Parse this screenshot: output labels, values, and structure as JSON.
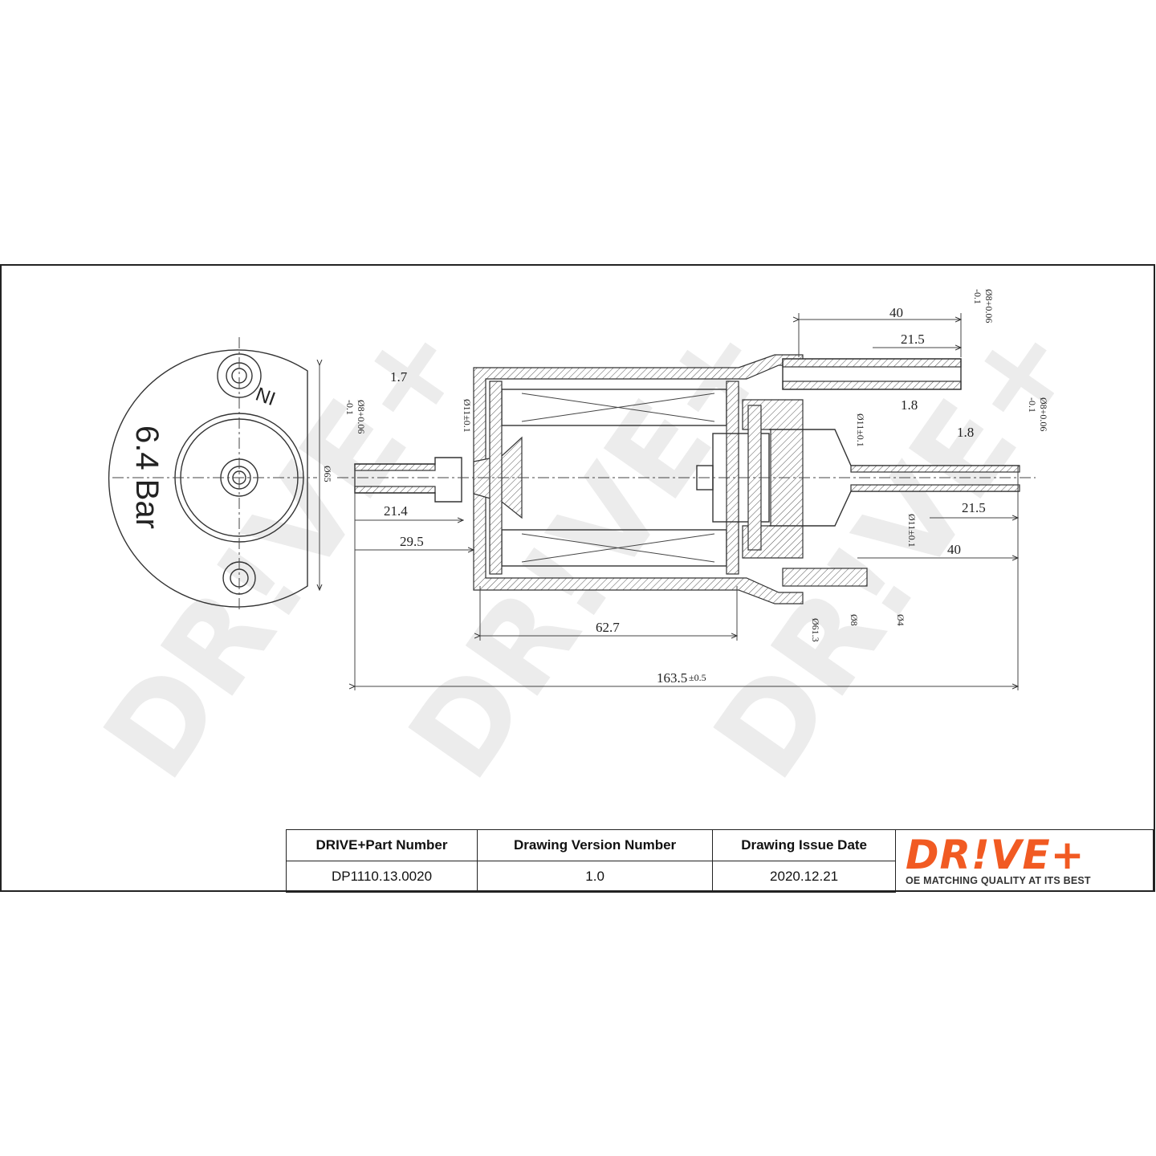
{
  "drawing": {
    "pressure_label": "6.4 Bar",
    "flow_label": "IN",
    "watermark": "DR!VE+",
    "dimensions": {
      "d40_top": "40",
      "d21_5_top": "21.5",
      "d1_8_top": "1.8",
      "d1_7": "1.7",
      "d1_8_right": "1.8",
      "d21_5_right": "21.5",
      "d40_right": "40",
      "d21_4": "21.4",
      "d29_5": "29.5",
      "d62_7": "62.7",
      "d163_5": "163.5",
      "d163_5_tol": "±0.5",
      "dia8_tol": "Ø8+0.06",
      "dia8_tol_minus": "-0.1",
      "dia11_left": "Ø11±0.1",
      "dia11_mid": "Ø11±0.1",
      "dia11_right": "Ø11±0.1",
      "dia65": "Ø65",
      "dia61_3": "Ø61.3",
      "dia8_bot": "Ø8",
      "dia4": "Ø4"
    }
  },
  "title_block": {
    "headers": [
      "DRIVE+Part Number",
      "Drawing Version Number",
      "Drawing Issue Date"
    ],
    "values": [
      "DP1110.13.0020",
      "1.0",
      "2020.12.21"
    ]
  },
  "logo": {
    "text": "DR!VE+",
    "tagline": "OE MATCHING QUALITY AT ITS BEST",
    "color": "#f15a22"
  }
}
